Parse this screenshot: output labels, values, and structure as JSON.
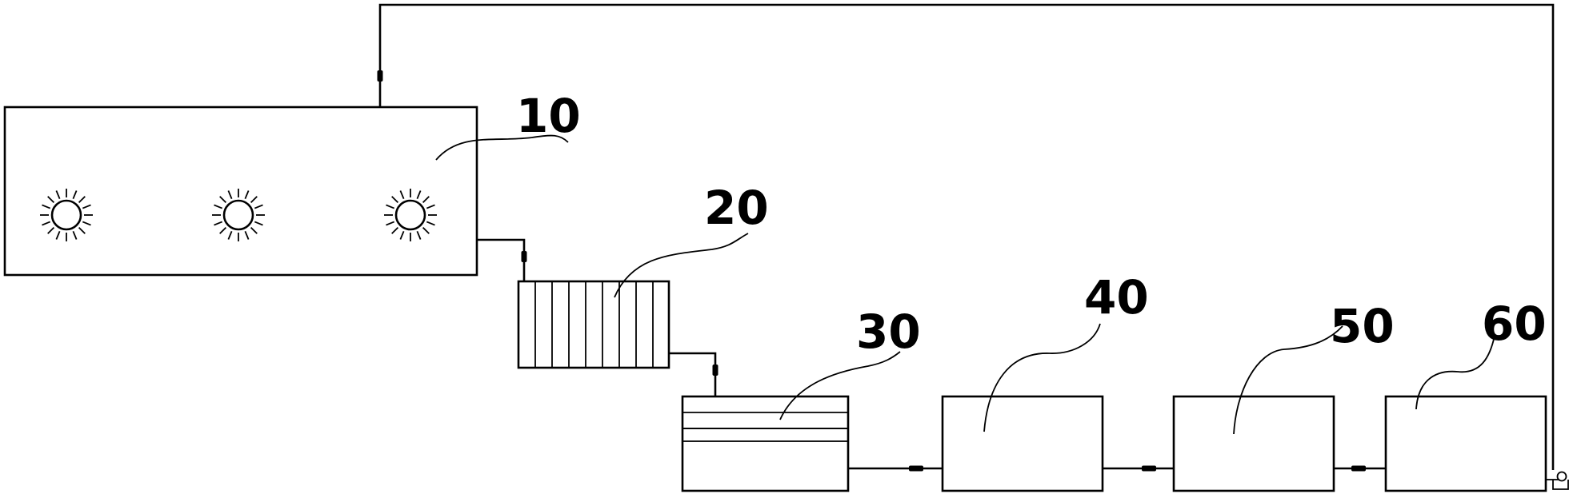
{
  "labels": {
    "unit_10": "10",
    "unit_20": "20",
    "unit_30": "30",
    "unit_40": "40",
    "unit_50": "50",
    "unit_60": "60"
  },
  "colors": {
    "line": "#000000",
    "background": "#ffffff"
  },
  "icons": [
    "sun-aerator-icon",
    "flow-valve-icon",
    "pump-icon"
  ]
}
